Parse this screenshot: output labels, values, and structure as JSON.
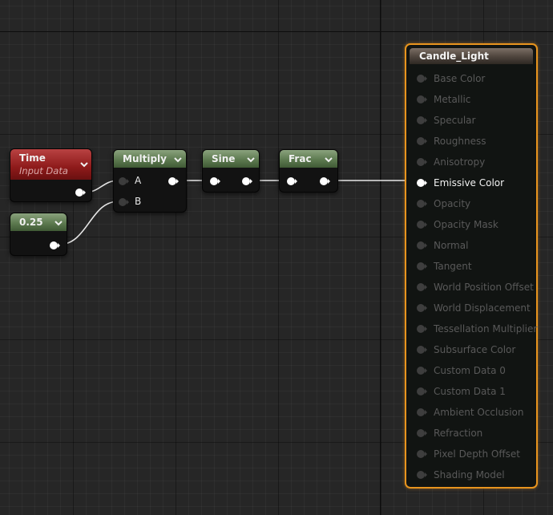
{
  "nodes": {
    "time": {
      "title": "Time",
      "subtitle": "Input Data"
    },
    "constant": {
      "title": "0.25"
    },
    "multiply": {
      "title": "Multiply",
      "input_a": "A",
      "input_b": "B"
    },
    "sine": {
      "title": "Sine"
    },
    "frac": {
      "title": "Frac"
    }
  },
  "result": {
    "title": "Candle_Light",
    "pins": [
      {
        "label": "Base Color",
        "active": false
      },
      {
        "label": "Metallic",
        "active": false
      },
      {
        "label": "Specular",
        "active": false
      },
      {
        "label": "Roughness",
        "active": false
      },
      {
        "label": "Anisotropy",
        "active": false
      },
      {
        "label": "Emissive Color",
        "active": true
      },
      {
        "label": "Opacity",
        "active": false
      },
      {
        "label": "Opacity Mask",
        "active": false
      },
      {
        "label": "Normal",
        "active": false
      },
      {
        "label": "Tangent",
        "active": false
      },
      {
        "label": "World Position Offset",
        "active": false
      },
      {
        "label": "World Displacement",
        "active": false
      },
      {
        "label": "Tessellation Multiplier",
        "active": false
      },
      {
        "label": "Subsurface Color",
        "active": false
      },
      {
        "label": "Custom Data 0",
        "active": false
      },
      {
        "label": "Custom Data 1",
        "active": false
      },
      {
        "label": "Ambient Occlusion",
        "active": false
      },
      {
        "label": "Refraction",
        "active": false
      },
      {
        "label": "Pixel Depth Offset",
        "active": false
      },
      {
        "label": "Shading Model",
        "active": false
      }
    ]
  },
  "colors": {
    "grid_background": "#262626",
    "result_border": "#e8941e",
    "wire": "#e6e6e6",
    "header_red": "#8e1a1a",
    "header_green": "#5d7a50"
  }
}
